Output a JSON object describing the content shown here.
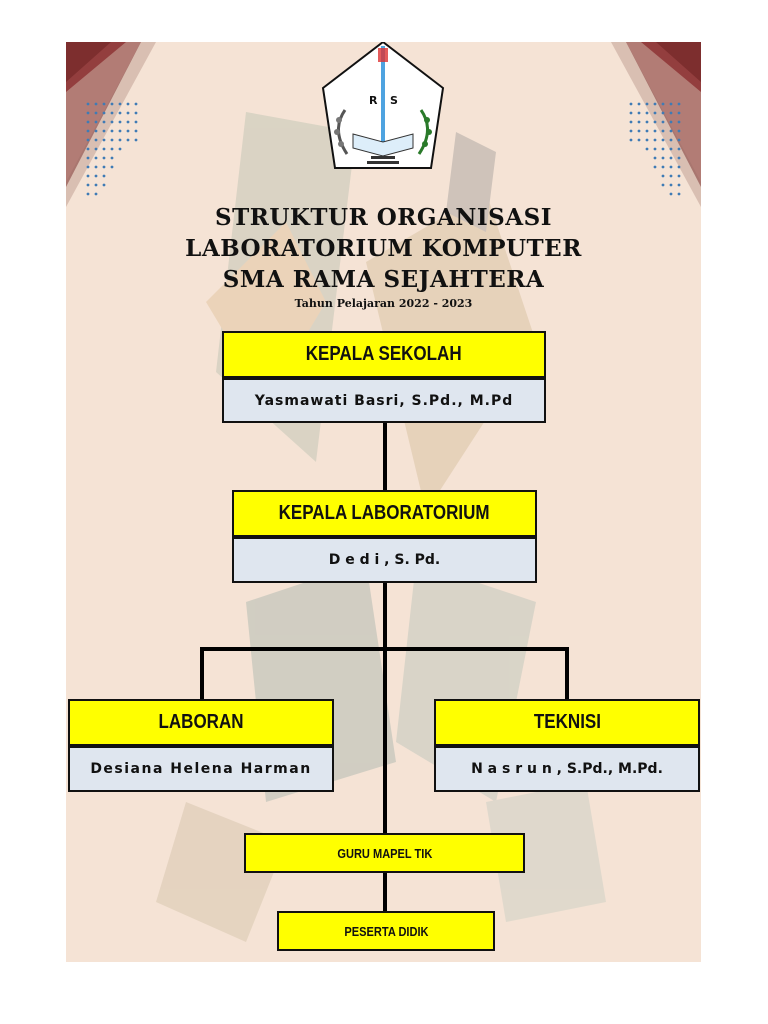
{
  "title": {
    "line1": "STRUKTUR ORGANISASI",
    "line2": "LABORATORIUM KOMPUTER",
    "line3": "SMA RAMA SEJAHTERA",
    "subtitle": "Tahun Pelajaran 2022 - 2023"
  },
  "logo": {
    "letter_left": "R",
    "letter_right": "S"
  },
  "org": {
    "kepala_sekolah": {
      "role": "KEPALA SEKOLAH",
      "name": "Yasmawati Basri, S.Pd., M.Pd"
    },
    "kepala_lab": {
      "role": "KEPALA LABORATORIUM",
      "name": "D e d i , S. Pd."
    },
    "laboran": {
      "role": "LABORAN",
      "name": "Desiana Helena Harman"
    },
    "teknisi": {
      "role": "TEKNISI",
      "name": "N a s r u n , S.Pd., M.Pd."
    },
    "guru": {
      "role": "GURU MAPEL TIK"
    },
    "peserta": {
      "role": "PESERTA DIDIK"
    }
  },
  "colors": {
    "background": "#f5e3d5",
    "role_box": "#ffff00",
    "name_box": "#dfe6ef",
    "corner_dark": "#7d2e2e",
    "corner_light": "#c7a79b",
    "dots": "#3f7bb5"
  }
}
